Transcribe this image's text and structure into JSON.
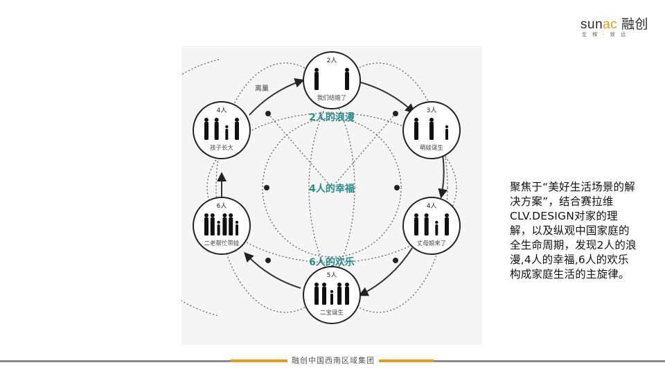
{
  "brand": {
    "logo_prefix": "sun",
    "logo_accent": "ac",
    "logo_cn": "融创",
    "tagline": "至 臻 · 致 远",
    "accent_color": "#e89a1e"
  },
  "diagram": {
    "nodes": [
      {
        "count": "2人",
        "caption": "我们结婚了"
      },
      {
        "count": "3人",
        "caption": "萌娃诞生"
      },
      {
        "count": "4人",
        "caption": "丈母娘来了"
      },
      {
        "count": "5人",
        "caption": "二宝诞生"
      },
      {
        "count": "6人",
        "caption": "二老帮忙带娃"
      },
      {
        "count": "4人",
        "caption": "孩子长大"
      }
    ],
    "arrow_label": "离巢",
    "center_labels": [
      "2人的浪漫",
      "4人的幸福",
      "6人的欢乐"
    ],
    "center_label_color": "#2a8a8a"
  },
  "side_text": "聚焦于“美好生活场景的解决方案”，结合赛拉维CLV.DESIGN对家的理解，以及纵观中国家庭的全生命周期，发现2人的浪漫,4人的幸福,6人的欢乐构成家庭生活的主旋律。",
  "footer": {
    "label": "融创中国西南区域集团"
  }
}
